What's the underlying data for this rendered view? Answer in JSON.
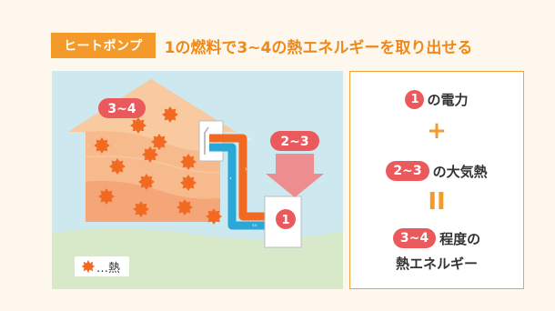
{
  "header": {
    "badge": "ヒートポンプ",
    "title": "1の燃料で3~4の熱エネルギーを取り出せる"
  },
  "diagram": {
    "house_label": "3~4",
    "air_label": "2~3",
    "unit_label": "1",
    "legend_text": "…熱",
    "colors": {
      "sky": "#cde8ef",
      "grass": "#d7e9c8",
      "house": "#f7ba8c",
      "heat": "#f26a22",
      "pill": "#ea5a5c",
      "accent": "#f39a2a",
      "pipe_hot": "#f26a22",
      "pipe_cold": "#29a8d8"
    }
  },
  "equation": {
    "row1": {
      "num": "1",
      "text": "の電力"
    },
    "plus": "+",
    "row2": {
      "num": "2~3",
      "text": "の大気熱"
    },
    "equals": "II",
    "row3": {
      "num": "3~4",
      "text": "程度の"
    },
    "row4": {
      "text": "熱エネルギー"
    }
  }
}
